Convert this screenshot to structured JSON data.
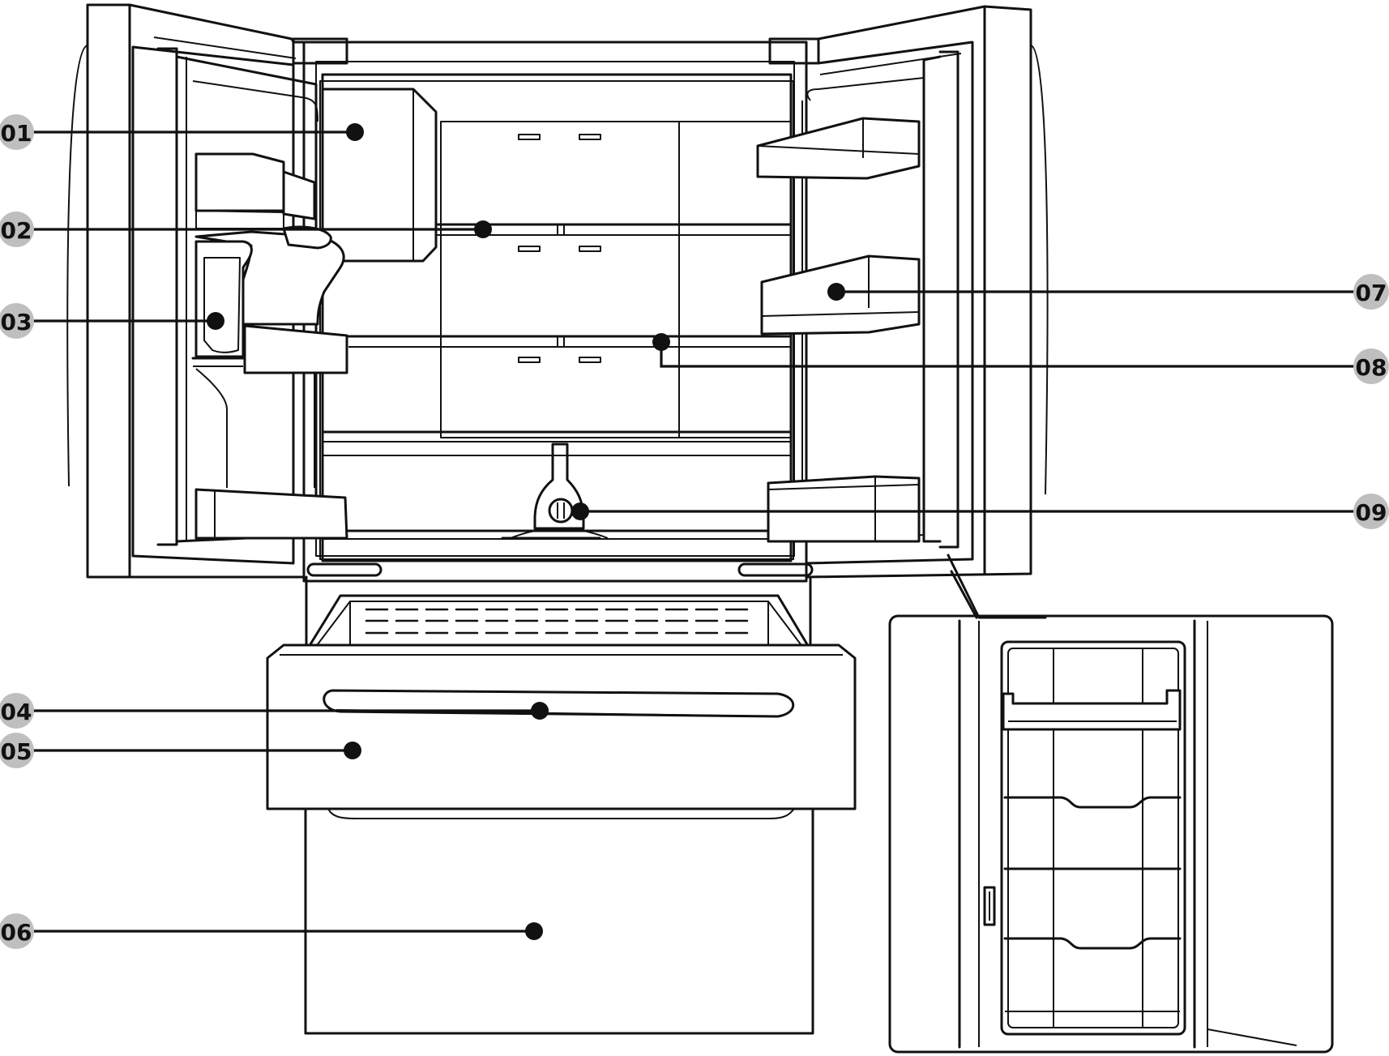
{
  "callouts": [
    {
      "id": "01"
    },
    {
      "id": "02"
    },
    {
      "id": "03"
    },
    {
      "id": "04"
    },
    {
      "id": "05"
    },
    {
      "id": "06"
    },
    {
      "id": "07"
    },
    {
      "id": "08"
    },
    {
      "id": "09"
    }
  ],
  "colors": {
    "line": "#111111",
    "badge": "#bfbfbf",
    "background": "#ffffff"
  }
}
